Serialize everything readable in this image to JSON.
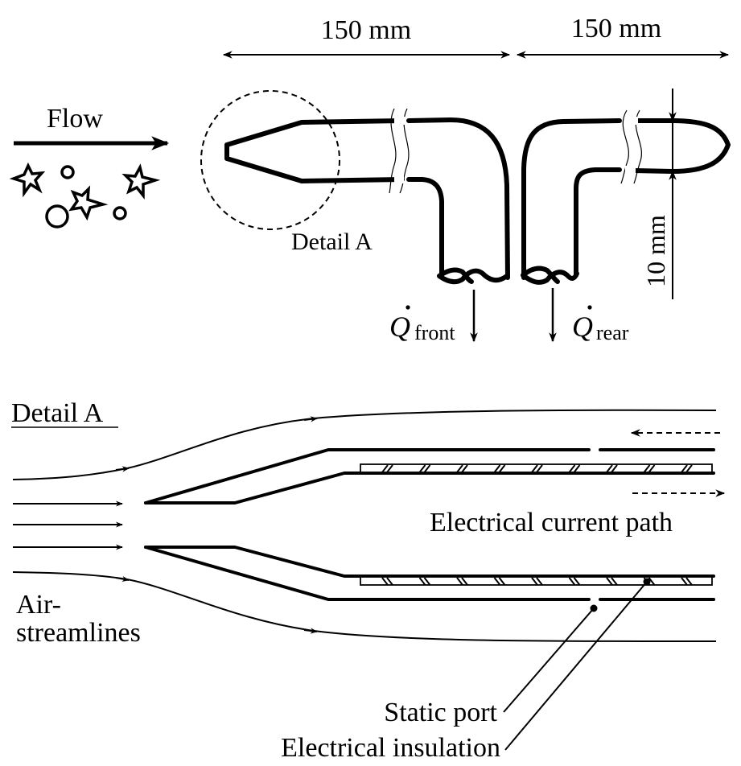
{
  "figure": {
    "top": {
      "dimension_front": "150 mm",
      "dimension_rear": "150 mm",
      "dimension_height": "10 mm",
      "flow_label": "Flow",
      "detail_callout": "Detail A",
      "q_symbol": "Q",
      "q_front_subscript": "front",
      "q_rear_subscript": "rear",
      "particles": [
        "star",
        "circle",
        "star",
        "star",
        "circle",
        "circle"
      ]
    },
    "detail": {
      "title": "Detail A",
      "streamlines_label_line1": "Air-",
      "streamlines_label_line2": "streamlines",
      "current_path_label": "Electrical current path",
      "static_port_label": "Static port",
      "insulation_label": "Electrical insulation"
    },
    "colors": {
      "ink": "#000000",
      "background": "#ffffff"
    }
  }
}
